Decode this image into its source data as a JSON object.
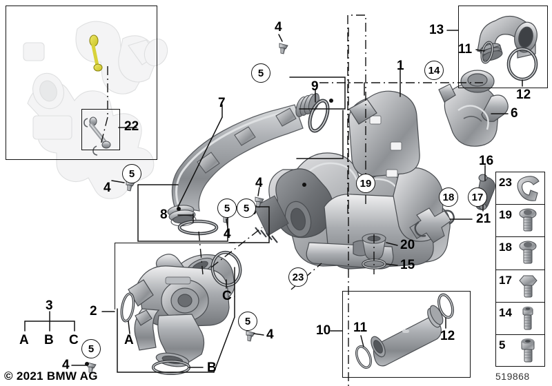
{
  "diagram": {
    "title": "BMW turbocharger / exhaust manifold exploded parts diagram",
    "copyright": "© 2021 BMW AG",
    "drawing_number": "519868",
    "background_color": "#ffffff",
    "line_color": "#111111",
    "highlight_color": "#d8d23a"
  },
  "inset_top_left": {
    "name": "overview-inset",
    "callout": "22",
    "description": "ghosted turbocharger overview with highlighted linkage rod"
  },
  "callouts": [
    {
      "id": "c1",
      "label": "1",
      "kind": "plain"
    },
    {
      "id": "c2",
      "label": "2",
      "kind": "plain"
    },
    {
      "id": "c3",
      "label": "3",
      "kind": "plain"
    },
    {
      "id": "c4a",
      "label": "4",
      "kind": "plain"
    },
    {
      "id": "c4b",
      "label": "4",
      "kind": "plain"
    },
    {
      "id": "c4c",
      "label": "4",
      "kind": "plain"
    },
    {
      "id": "c4d",
      "label": "4",
      "kind": "plain"
    },
    {
      "id": "c4e",
      "label": "4",
      "kind": "plain"
    },
    {
      "id": "c4f",
      "label": "4",
      "kind": "plain"
    },
    {
      "id": "c5a",
      "label": "5",
      "kind": "circled"
    },
    {
      "id": "c5b",
      "label": "5",
      "kind": "circled"
    },
    {
      "id": "c5c",
      "label": "5",
      "kind": "circled"
    },
    {
      "id": "c5d",
      "label": "5",
      "kind": "circled"
    },
    {
      "id": "c5e",
      "label": "5",
      "kind": "circled"
    },
    {
      "id": "c5f",
      "label": "5",
      "kind": "circled"
    },
    {
      "id": "c6",
      "label": "6",
      "kind": "plain"
    },
    {
      "id": "c7",
      "label": "7",
      "kind": "plain"
    },
    {
      "id": "c8",
      "label": "8",
      "kind": "plain"
    },
    {
      "id": "c9",
      "label": "9",
      "kind": "plain"
    },
    {
      "id": "c10",
      "label": "10",
      "kind": "plain"
    },
    {
      "id": "c11a",
      "label": "11",
      "kind": "plain"
    },
    {
      "id": "c11b",
      "label": "11",
      "kind": "plain"
    },
    {
      "id": "c12a",
      "label": "12",
      "kind": "plain"
    },
    {
      "id": "c12b",
      "label": "12",
      "kind": "plain"
    },
    {
      "id": "c13",
      "label": "13",
      "kind": "plain"
    },
    {
      "id": "c14",
      "label": "14",
      "kind": "circled"
    },
    {
      "id": "c15",
      "label": "15",
      "kind": "plain"
    },
    {
      "id": "c16",
      "label": "16",
      "kind": "plain"
    },
    {
      "id": "c17",
      "label": "17",
      "kind": "circled"
    },
    {
      "id": "c18",
      "label": "18",
      "kind": "circled"
    },
    {
      "id": "c19",
      "label": "19",
      "kind": "circled"
    },
    {
      "id": "c20",
      "label": "20",
      "kind": "plain"
    },
    {
      "id": "c21",
      "label": "21",
      "kind": "plain"
    },
    {
      "id": "c22",
      "label": "22",
      "kind": "plain"
    },
    {
      "id": "c23a",
      "label": "23",
      "kind": "circled"
    }
  ],
  "gasket_legend": {
    "group_label": "3",
    "items": [
      "A",
      "B",
      "C"
    ]
  },
  "gasket_markers": {
    "a": "A",
    "b": "B",
    "c": "C"
  },
  "legend_sidebar": {
    "name": "fastener-legend",
    "items": [
      {
        "number": "23",
        "icon": "retaining-clip-icon"
      },
      {
        "number": "19",
        "icon": "flange-bolt-icon"
      },
      {
        "number": "18",
        "icon": "flange-bolt-icon"
      },
      {
        "number": "17",
        "icon": "hex-bolt-icon"
      },
      {
        "number": "14",
        "icon": "socket-bolt-icon"
      },
      {
        "number": "5",
        "icon": "socket-bolt-icon"
      }
    ]
  },
  "inset_boxes": [
    {
      "name": "box-13-elbow",
      "callout": "13",
      "contains": [
        "13",
        "11",
        "12"
      ]
    },
    {
      "name": "box-10-sleeve",
      "callout": "10",
      "contains": [
        "10",
        "11",
        "12"
      ]
    },
    {
      "name": "box-2-turbo",
      "callout": "2",
      "contains": [
        "2",
        "A",
        "B",
        "C"
      ]
    },
    {
      "name": "box-22-link",
      "callout": "22",
      "contains": [
        "22"
      ]
    }
  ]
}
